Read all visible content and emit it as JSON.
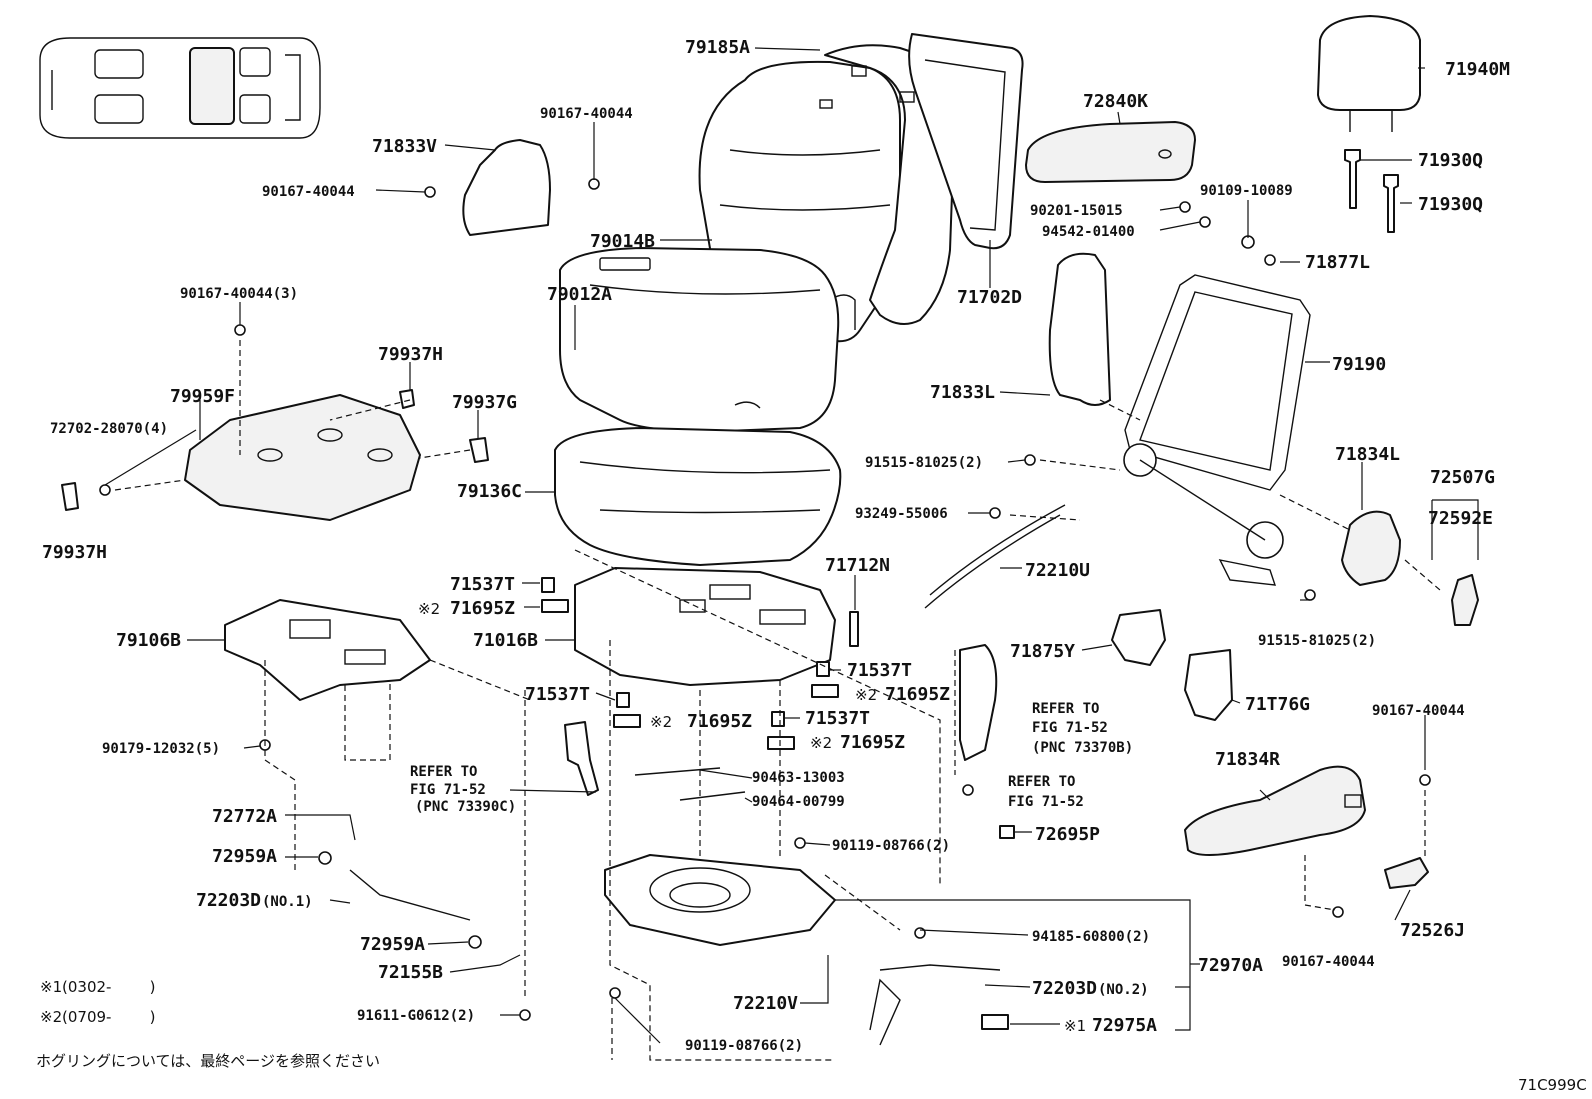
{
  "labels": {
    "l79185A": "79185A",
    "l71940M": "71940M",
    "l90167_40044_top": "90167-40044",
    "l71833V": "71833V",
    "l90167_40044_left": "90167-40044",
    "l72840K": "72840K",
    "l71930Q_a": "71930Q",
    "l71930Q_b": "71930Q",
    "l90109_10089": "90109-10089",
    "l90201_15015": "90201-15015",
    "l94542_01400": "94542-01400",
    "l79014B": "79014B",
    "l71877L": "71877L",
    "l71702D": "71702D",
    "l90167_40044_3": "90167-40044(3)",
    "l79012A": "79012A",
    "l79937H_top": "79937H",
    "l79190": "79190",
    "l71833L": "71833L",
    "l79959F": "79959F",
    "l79937G": "79937G",
    "l72702": "72702-28070(4)",
    "l91515_top": "91515-81025(2)",
    "l71834L": "71834L",
    "l72507G": "72507G",
    "l79136C": "79136C",
    "l93249": "93249-55006",
    "l72592E": "72592E",
    "l79937H_bot": "79937H",
    "l71712N": "71712N",
    "l72210U": "72210U",
    "l71537T_1": "71537T",
    "l71695Z_1": "71695Z",
    "l91515_bot": "91515-81025(2)",
    "l79106B": "79106B",
    "l71016B": "71016B",
    "l71875Y": "71875Y",
    "l71537T_2": "71537T",
    "l71695Z_2": "71695Z",
    "l71537T_3": "71537T",
    "l71695Z_3": "71695Z",
    "l71537T_4": "71537T",
    "l71695Z_4": "71695Z",
    "l71T76G": "71T76G",
    "l90167_40044_right": "90167-40044",
    "l90179": "90179-12032(5)",
    "l71834R": "71834R",
    "l90463": "90463-13003",
    "l90464": "90464-00799",
    "l72772A": "72772A",
    "l90119_mid": "90119-08766(2)",
    "l72695P": "72695P",
    "l72959A_1": "72959A",
    "l72203D_1": "72203D",
    "l72203D_1_suffix": "(NO.1)",
    "l72959A_2": "72959A",
    "l94185": "94185-60800(2)",
    "l72526J": "72526J",
    "l90167_40044_br": "90167-40044",
    "l72155B": "72155B",
    "l72210V": "72210V",
    "l72203D_2": "72203D",
    "l72203D_2_suffix": "(NO.2)",
    "l72970A": "72970A",
    "l91611": "91611-G0612(2)",
    "l72975A": "72975A",
    "l90119_bot": "90119-08766(2)"
  },
  "marks": {
    "mark1": "※1",
    "mark2": "※2"
  },
  "refs": {
    "ref1_line1": "REFER TO",
    "ref1_line2": "FIG 71-52",
    "ref1_line3": "(PNC 73390C)",
    "ref2_line1": "REFER TO",
    "ref2_line2": "FIG 71-52",
    "ref2_line3": "(PNC 73370B)",
    "ref3_line1": "REFER TO",
    "ref3_line2": "FIG 71-52"
  },
  "legend": {
    "note1_mark": "※1",
    "note1_text": "(0302-        )",
    "note2_mark": "※2",
    "note2_text": "(0709-        )"
  },
  "footer": {
    "japanese_note": "ホグリングについては、最終ページを参照ください",
    "figure_code": "71C999C"
  }
}
